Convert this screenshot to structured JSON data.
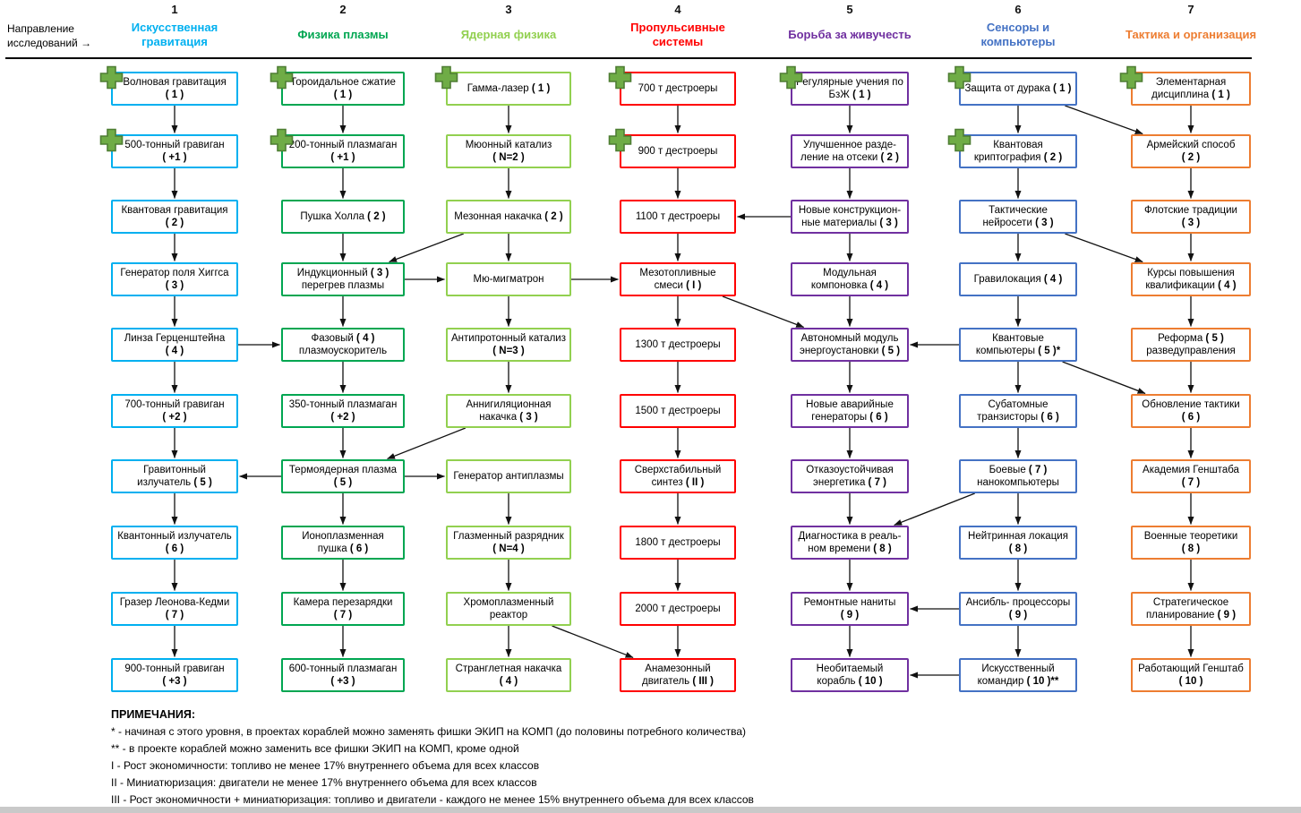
{
  "corner_label": "Направление\nисследований →",
  "columns": [
    {
      "number": "1",
      "title": "Искусственная гравитация",
      "color": "#00b0f0",
      "nodes": [
        {
          "row": 1,
          "label": "Волновая гравитация ( 1 )",
          "plus": true
        },
        {
          "row": 2,
          "label": "500-тонный гравиган ( +1 )",
          "plus": true
        },
        {
          "row": 3,
          "label": "Квантовая гравитация ( 2 )"
        },
        {
          "row": 4,
          "label": "Генератор поля Хиггса ( 3 )"
        },
        {
          "row": 5,
          "label": "Линза Герценштейна ( 4 )"
        },
        {
          "row": 6,
          "label": "700-тонный гравиган ( +2 )"
        },
        {
          "row": 7,
          "label": "Гравитонный излучатель ( 5 )"
        },
        {
          "row": 8,
          "label": "Квантонный излучатель ( 6 )"
        },
        {
          "row": 9,
          "label": "Гразер Леонова-Кедми ( 7 )"
        },
        {
          "row": 10,
          "label": "900-тонный гравиган ( +3 )"
        }
      ]
    },
    {
      "number": "2",
      "title": "Физика плазмы",
      "color": "#00a651",
      "nodes": [
        {
          "row": 1,
          "label": "Тороидальное сжатие ( 1 )",
          "plus": true
        },
        {
          "row": 2,
          "label": "200-тонный плазмаган ( +1 )",
          "plus": true
        },
        {
          "row": 3,
          "label": "Пушка Холла ( 2 )"
        },
        {
          "row": 4,
          "label": "Индукционный ( 3 ) перегрев плазмы"
        },
        {
          "row": 5,
          "label": "Фазовый ( 4 ) плазмоускоритель"
        },
        {
          "row": 6,
          "label": "350-тонный плазмаган ( +2 )"
        },
        {
          "row": 7,
          "label": "Термоядерная плазма ( 5 )"
        },
        {
          "row": 8,
          "label": "Ионоплазменная пушка ( 6 )"
        },
        {
          "row": 9,
          "label": "Камера перезарядки ( 7 )"
        },
        {
          "row": 10,
          "label": "600-тонный плазмаган ( +3 )"
        }
      ]
    },
    {
      "number": "3",
      "title": "Ядерная физика",
      "color": "#92d050",
      "nodes": [
        {
          "row": 1,
          "label": "Гамма-лазер ( 1 )",
          "plus": true
        },
        {
          "row": 2,
          "label": "Мюонный катализ ( N=2 )"
        },
        {
          "row": 3,
          "label": "Мезонная накачка ( 2 )"
        },
        {
          "row": 4,
          "label": "Мю-мигматрон"
        },
        {
          "row": 5,
          "label": "Антипротонный катализ ( N=3 )"
        },
        {
          "row": 6,
          "label": "Аннигиляционная накачка ( 3 )"
        },
        {
          "row": 7,
          "label": "Генератор антиплазмы"
        },
        {
          "row": 8,
          "label": "Глазменный разрядник ( N=4 )"
        },
        {
          "row": 9,
          "label": "Хромоплазменный реактор"
        },
        {
          "row": 10,
          "label": "Странглетная накачка ( 4 )"
        }
      ]
    },
    {
      "number": "4",
      "title": "Пропульсивные системы",
      "color": "#ff0000",
      "nodes": [
        {
          "row": 1,
          "label": "700 т дестроеры",
          "plus": true
        },
        {
          "row": 2,
          "label": "900 т дестроеры",
          "plus": true
        },
        {
          "row": 3,
          "label": "1100 т дестроеры"
        },
        {
          "row": 4,
          "label": "Мезотопливные смеси ( I )"
        },
        {
          "row": 5,
          "label": "1300 т дестроеры"
        },
        {
          "row": 6,
          "label": "1500 т дестроеры"
        },
        {
          "row": 7,
          "label": "Сверхстабильный синтез ( II )"
        },
        {
          "row": 8,
          "label": "1800 т дестроеры"
        },
        {
          "row": 9,
          "label": "2000 т дестроеры"
        },
        {
          "row": 10,
          "label": "Анамезонный двигатель ( III )"
        }
      ]
    },
    {
      "number": "5",
      "title": "Борьба за живучесть",
      "color": "#7030a0",
      "nodes": [
        {
          "row": 1,
          "label": "Регулярные учения по БзЖ ( 1 )",
          "plus": true
        },
        {
          "row": 2,
          "label": "Улучшенное разде- ление на отсеки ( 2 )"
        },
        {
          "row": 3,
          "label": "Новые конструкцион- ные материалы ( 3 )"
        },
        {
          "row": 4,
          "label": "Модульная компоновка ( 4 )"
        },
        {
          "row": 5,
          "label": "Автономный модуль энергоустановки ( 5 )"
        },
        {
          "row": 6,
          "label": "Новые аварийные генераторы ( 6 )"
        },
        {
          "row": 7,
          "label": "Отказоустойчивая энергетика ( 7 )"
        },
        {
          "row": 8,
          "label": "Диагностика в реаль- ном времени ( 8 )"
        },
        {
          "row": 9,
          "label": "Ремонтные наниты ( 9 )"
        },
        {
          "row": 10,
          "label": "Необитаемый корабль ( 10 )"
        }
      ]
    },
    {
      "number": "6",
      "title": "Сенсоры и компьютеры",
      "color": "#4472c4",
      "nodes": [
        {
          "row": 1,
          "label": "Защита от дурака ( 1 )",
          "plus": true
        },
        {
          "row": 2,
          "label": "Квантовая криптография ( 2 )",
          "plus": true
        },
        {
          "row": 3,
          "label": "Тактические нейросети ( 3 )"
        },
        {
          "row": 4,
          "label": "Гравилокация ( 4 )"
        },
        {
          "row": 5,
          "label": "Квантовые компьютеры ( 5 )*"
        },
        {
          "row": 6,
          "label": "Субатомные транзисторы ( 6 )"
        },
        {
          "row": 7,
          "label": "Боевые ( 7 ) нанокомпьютеры"
        },
        {
          "row": 8,
          "label": "Нейтринная локация ( 8 )"
        },
        {
          "row": 9,
          "label": "Ансибль- процессоры ( 9 )"
        },
        {
          "row": 10,
          "label": "Искусственный командир ( 10 )**"
        }
      ]
    },
    {
      "number": "7",
      "title": "Тактика и организация",
      "color": "#ed7d31",
      "nodes": [
        {
          "row": 1,
          "label": "Элементарная дисциплина ( 1 )",
          "plus": true
        },
        {
          "row": 2,
          "label": "Армейский способ ( 2 )"
        },
        {
          "row": 3,
          "label": "Флотские традиции ( 3 )"
        },
        {
          "row": 4,
          "label": "Курсы повышения квалификации ( 4 )"
        },
        {
          "row": 5,
          "label": "Реформа ( 5 ) разведуправления"
        },
        {
          "row": 6,
          "label": "Обновление тактики ( 6 )"
        },
        {
          "row": 7,
          "label": "Академия Генштаба ( 7 )"
        },
        {
          "row": 8,
          "label": "Военные теоретики ( 8 )"
        },
        {
          "row": 9,
          "label": "Стратегическое планирование ( 9 )"
        },
        {
          "row": 10,
          "label": "Работающий Генштаб ( 10 )"
        }
      ]
    }
  ],
  "edges": [
    [
      "c1r1",
      "c1r2"
    ],
    [
      "c1r2",
      "c1r3"
    ],
    [
      "c1r3",
      "c1r4"
    ],
    [
      "c1r4",
      "c1r5"
    ],
    [
      "c1r5",
      "c1r6"
    ],
    [
      "c1r6",
      "c1r7"
    ],
    [
      "c1r7",
      "c1r8"
    ],
    [
      "c1r8",
      "c1r9"
    ],
    [
      "c1r9",
      "c1r10"
    ],
    [
      "c2r1",
      "c2r2"
    ],
    [
      "c2r2",
      "c2r3"
    ],
    [
      "c2r3",
      "c2r4"
    ],
    [
      "c2r4",
      "c2r5"
    ],
    [
      "c2r5",
      "c2r6"
    ],
    [
      "c2r6",
      "c2r7"
    ],
    [
      "c2r7",
      "c2r8"
    ],
    [
      "c2r8",
      "c2r9"
    ],
    [
      "c2r9",
      "c2r10"
    ],
    [
      "c3r1",
      "c3r2"
    ],
    [
      "c3r2",
      "c3r3"
    ],
    [
      "c3r3",
      "c3r4"
    ],
    [
      "c3r4",
      "c3r5"
    ],
    [
      "c3r5",
      "c3r6"
    ],
    [
      "c3r7",
      "c3r8"
    ],
    [
      "c3r8",
      "c3r9"
    ],
    [
      "c3r9",
      "c3r10"
    ],
    [
      "c4r1",
      "c4r2"
    ],
    [
      "c4r2",
      "c4r3"
    ],
    [
      "c4r3",
      "c4r4"
    ],
    [
      "c4r4",
      "c4r5"
    ],
    [
      "c4r5",
      "c4r6"
    ],
    [
      "c4r6",
      "c4r7"
    ],
    [
      "c4r7",
      "c4r8"
    ],
    [
      "c4r8",
      "c4r9"
    ],
    [
      "c4r9",
      "c4r10"
    ],
    [
      "c5r1",
      "c5r2"
    ],
    [
      "c5r2",
      "c5r3"
    ],
    [
      "c5r3",
      "c5r4"
    ],
    [
      "c5r4",
      "c5r5"
    ],
    [
      "c5r5",
      "c5r6"
    ],
    [
      "c5r6",
      "c5r7"
    ],
    [
      "c5r7",
      "c5r8"
    ],
    [
      "c5r8",
      "c5r9"
    ],
    [
      "c5r9",
      "c5r10"
    ],
    [
      "c6r1",
      "c6r2"
    ],
    [
      "c6r2",
      "c6r3"
    ],
    [
      "c6r3",
      "c6r4"
    ],
    [
      "c6r4",
      "c6r5"
    ],
    [
      "c6r5",
      "c6r6"
    ],
    [
      "c6r6",
      "c6r7"
    ],
    [
      "c6r7",
      "c6r8"
    ],
    [
      "c6r8",
      "c6r9"
    ],
    [
      "c6r9",
      "c6r10"
    ],
    [
      "c7r1",
      "c7r2"
    ],
    [
      "c7r2",
      "c7r3"
    ],
    [
      "c7r3",
      "c7r4"
    ],
    [
      "c7r4",
      "c7r5"
    ],
    [
      "c7r5",
      "c7r6"
    ],
    [
      "c7r6",
      "c7r7"
    ],
    [
      "c7r7",
      "c7r8"
    ],
    [
      "c7r8",
      "c7r9"
    ],
    [
      "c7r9",
      "c7r10"
    ],
    [
      "c1r5",
      "c2r5"
    ],
    [
      "c3r3",
      "c2r4"
    ],
    [
      "c2r4",
      "c3r4"
    ],
    [
      "c3r4",
      "c4r4"
    ],
    [
      "c3r6",
      "c2r7"
    ],
    [
      "c2r7",
      "c1r7"
    ],
    [
      "c2r7",
      "c3r7"
    ],
    [
      "c3r9",
      "c4r10"
    ],
    [
      "c4r4",
      "c5r5"
    ],
    [
      "c5r3",
      "c4r3"
    ],
    [
      "c6r5",
      "c5r5"
    ],
    [
      "c6r5",
      "c7r6"
    ],
    [
      "c6r7",
      "c5r8"
    ],
    [
      "c6r9",
      "c5r9"
    ],
    [
      "c6r10",
      "c5r10"
    ],
    [
      "c6r1",
      "c7r2"
    ],
    [
      "c6r3",
      "c7r4"
    ]
  ],
  "notes": {
    "title": "ПРИМЕЧАНИЯ:",
    "items": [
      "* - начиная с этого уровня, в проектах кораблей можно заменять фишки ЭКИП на КОМП (до половины потребного количества)",
      "** - в проекте кораблей можно заменить все фишки ЭКИП на КОМП, кроме одной",
      "I - Рост экономичности: топливо не менее 17% внутреннего объема для всех классов",
      "II - Миниатюризация: двигатели не менее 17% внутреннего объема для всех классов",
      "III - Рост экономичности + миниатюризация: топливо и двигатели - каждого не менее 15% внутреннего объема для всех классов"
    ]
  }
}
